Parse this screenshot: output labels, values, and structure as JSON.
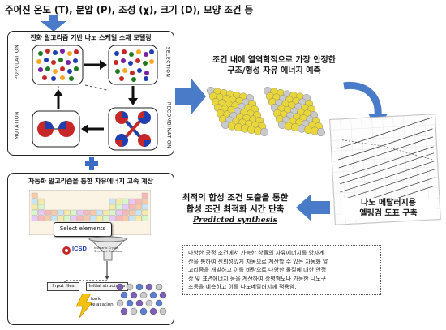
{
  "header": {
    "conditions": "주어진 온도 (T), 분압 (P), 조성 (χ), 크기 (D), 모양 조건 등"
  },
  "ga_panel": {
    "title": "진화 알고리즘 기반 나노 스케일 소재 모델링",
    "labels": {
      "population": "POPULATION",
      "selection": "SELECTION",
      "mutation": "MUTATION",
      "recombination": "RECOMBINATION"
    }
  },
  "energy_panel": {
    "title_line1": "자동화 알고리즘을 통한 자유에너지 고속 계산",
    "select_elements": "Select elements",
    "icsd": "ICSD",
    "icsd_sub": "Inorganic Crystal Structure Database",
    "input_files": "Input files",
    "initial_structures": "Initial structures",
    "ionic_relaxation": "Ionic relaxation"
  },
  "prediction": {
    "title_line1": "조건 내에 열역학적으로 가장 안정한",
    "title_line2": "구조/형성 자유 에너지 예측"
  },
  "ellingham": {
    "caption_line1": "나노 메탈러지용",
    "caption_line2": "엘링검 도표 구축"
  },
  "synthesis": {
    "title_line1": "최적의 합성 조건 도출을 통한",
    "title_line2": "합성 조건 최적화 시간 단축",
    "subtitle": "Predicted synthesis"
  },
  "description": {
    "line1": "다양한 공정 조건에서 가능한 상들의 자유에너지를 양자계",
    "line2": "산을 통하여 신뢰성있게 자동으로 계산할 수 있는 자동화 알",
    "line3": "고리즘을 개발하고 이를 바탕으로 다양한 물질에 대한 안정",
    "line4": "상 및 표면에너지 등을 계산하여 상평형도나 가능한 나노구",
    "line5": "조등을 예측하고 이를 나노메탈러지에 적용함."
  },
  "colors": {
    "arrow_blue": "#4a7bc8",
    "cross_blue": "#3a6cc4",
    "atom_yellow": "#e8d63a",
    "atom_grey": "#c9c9c9"
  }
}
